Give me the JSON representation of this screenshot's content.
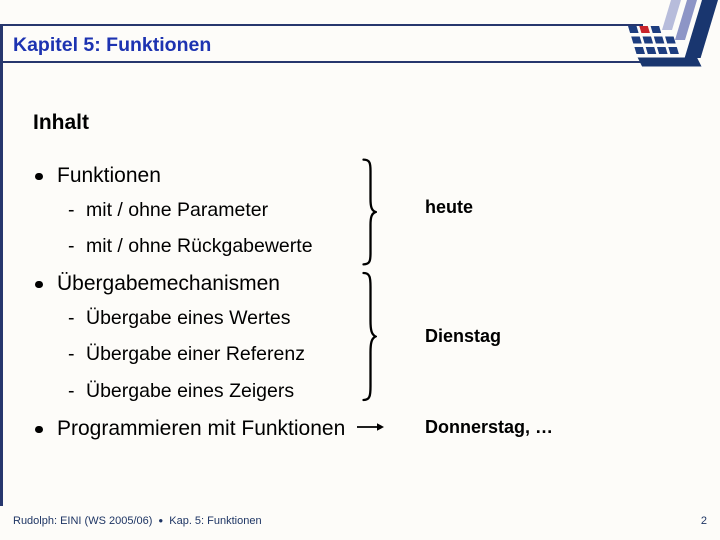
{
  "header": {
    "title": "Kapitel 5: Funktionen"
  },
  "logo": {
    "name": "Universität Dortmund logo"
  },
  "content": {
    "heading": "Inhalt",
    "sub_marker": "-",
    "items": [
      {
        "type": "bullet",
        "label": "Funktionen"
      },
      {
        "type": "sub",
        "label": "mit / ohne Parameter"
      },
      {
        "type": "sub",
        "label": "mit / ohne Rückgabewerte"
      },
      {
        "type": "bullet",
        "label": "Übergabemechanismen"
      },
      {
        "type": "sub",
        "label": "Übergabe eines Wertes"
      },
      {
        "type": "sub",
        "label": "Übergabe einer Referenz"
      },
      {
        "type": "sub",
        "label": "Übergabe eines Zeigers"
      },
      {
        "type": "bullet",
        "label": "Programmieren mit Funktionen"
      }
    ],
    "annotations": [
      {
        "label": "heute"
      },
      {
        "label": "Dienstag"
      },
      {
        "label": "Donnerstag, …"
      }
    ]
  },
  "footer": {
    "author_course": "Rudolph: EINI (WS 2005/06)",
    "separator": "●",
    "chapter": "Kap. 5: Funktionen",
    "page": "2"
  },
  "colors": {
    "title_blue": "#1d33b1",
    "rule_navy": "#27376e",
    "footer_navy": "#1e3564",
    "logo_dark_blue": "#19366f",
    "logo_tile_blue": "#1d3d7f",
    "logo_red": "#c9242b",
    "logo_periwinkle": "#8d95c6",
    "logo_lavender": "#b7bcdb"
  }
}
